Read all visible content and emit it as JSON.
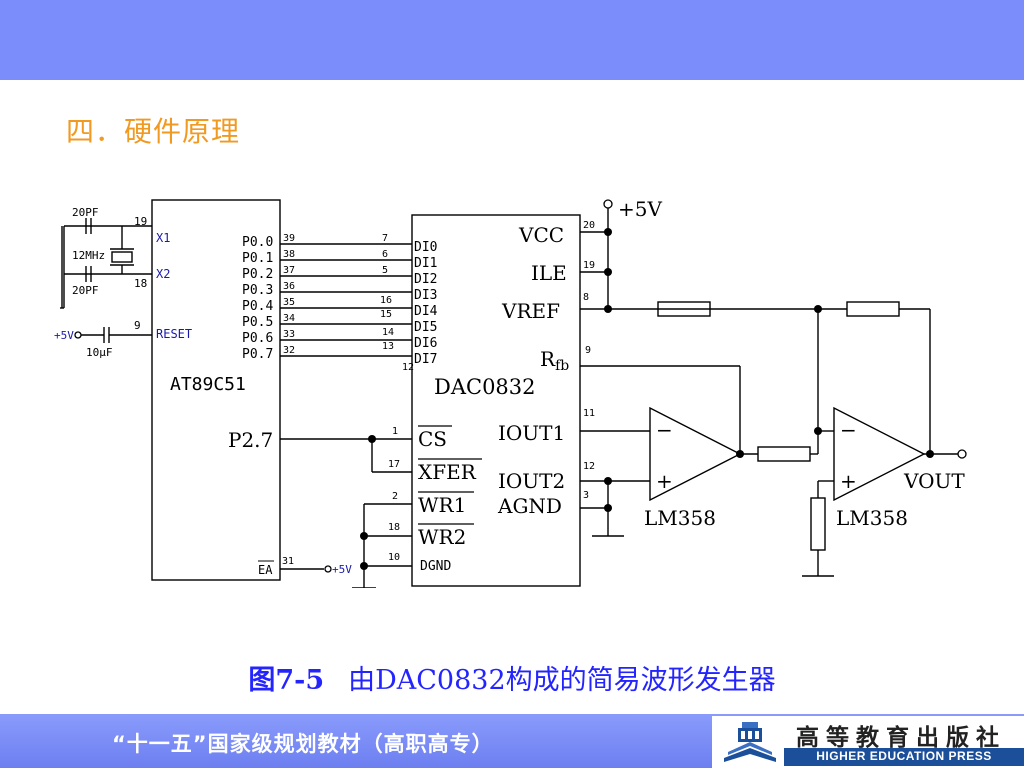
{
  "section_title": "四．硬件原理",
  "figure": {
    "caption_number": "图7-5",
    "caption_text": "由DAC0832构成的简易波形发生器",
    "mcu": {
      "name": "AT89C51",
      "osc_pins": [
        "X1",
        "X2"
      ],
      "reset_label": "RESET",
      "p0_pins": [
        "P0.0",
        "P0.1",
        "P0.2",
        "P0.3",
        "P0.4",
        "P0.5",
        "P0.6",
        "P0.7"
      ],
      "p0_pin_numbers": [
        "39",
        "38",
        "37",
        "36",
        "35",
        "34",
        "33",
        "32"
      ],
      "p27_label": "P2.7",
      "ea_label": "EA",
      "ea_pin": "31",
      "x1_pin": "19",
      "x2_pin": "18",
      "reset_pin": "9"
    },
    "osc": {
      "cap1": "20PF",
      "crystal": "12MHz",
      "cap2": "20PF"
    },
    "reset_circuit": {
      "supply": "+5V",
      "cap": "10μF"
    },
    "dac": {
      "name": "DAC0832",
      "di_pins": [
        "DI0",
        "DI1",
        "DI2",
        "DI3",
        "DI4",
        "DI5",
        "DI6",
        "DI7"
      ],
      "di_pin_numbers": [
        "7",
        "6",
        "5",
        "16",
        "15",
        "14",
        "13",
        "12"
      ],
      "left_pins": [
        {
          "name": "CS",
          "num": "1"
        },
        {
          "name": "XFER",
          "num": "17"
        },
        {
          "name": "WR1",
          "num": "2"
        },
        {
          "name": "WR2",
          "num": "18"
        },
        {
          "name": "DGND",
          "num": "10"
        }
      ],
      "right_pins": [
        {
          "name": "VCC",
          "num": "20"
        },
        {
          "name": "ILE",
          "num": "19"
        },
        {
          "name": "VREF",
          "num": "8"
        },
        {
          "name": "Rfb",
          "num": "9"
        },
        {
          "name": "IOUT1",
          "num": "11"
        },
        {
          "name": "IOUT2",
          "num": "12"
        },
        {
          "name": "AGND",
          "num": "3"
        }
      ],
      "rfb_main": "R",
      "rfb_sub": "fb"
    },
    "supply_label": "+5V",
    "ea_supply": "+5V",
    "opamp1": {
      "name": "LM358",
      "minus": "−",
      "plus": "+"
    },
    "opamp2": {
      "name": "LM358",
      "minus": "−",
      "plus": "+"
    },
    "output_label": "VOUT"
  },
  "footer": {
    "series": "“十一五”国家级规划教材（高职高专）",
    "publisher_cn": "高等教育出版社",
    "publisher_en": "HIGHER EDUCATION PRESS"
  },
  "colors": {
    "top_band": "#7b8cfb",
    "title": "#f19a22",
    "caption": "#2424ff",
    "footer_band": "#7b8cfb",
    "schematic_line": "#000000",
    "mcu_pin_accent": "#1a1aa8"
  }
}
